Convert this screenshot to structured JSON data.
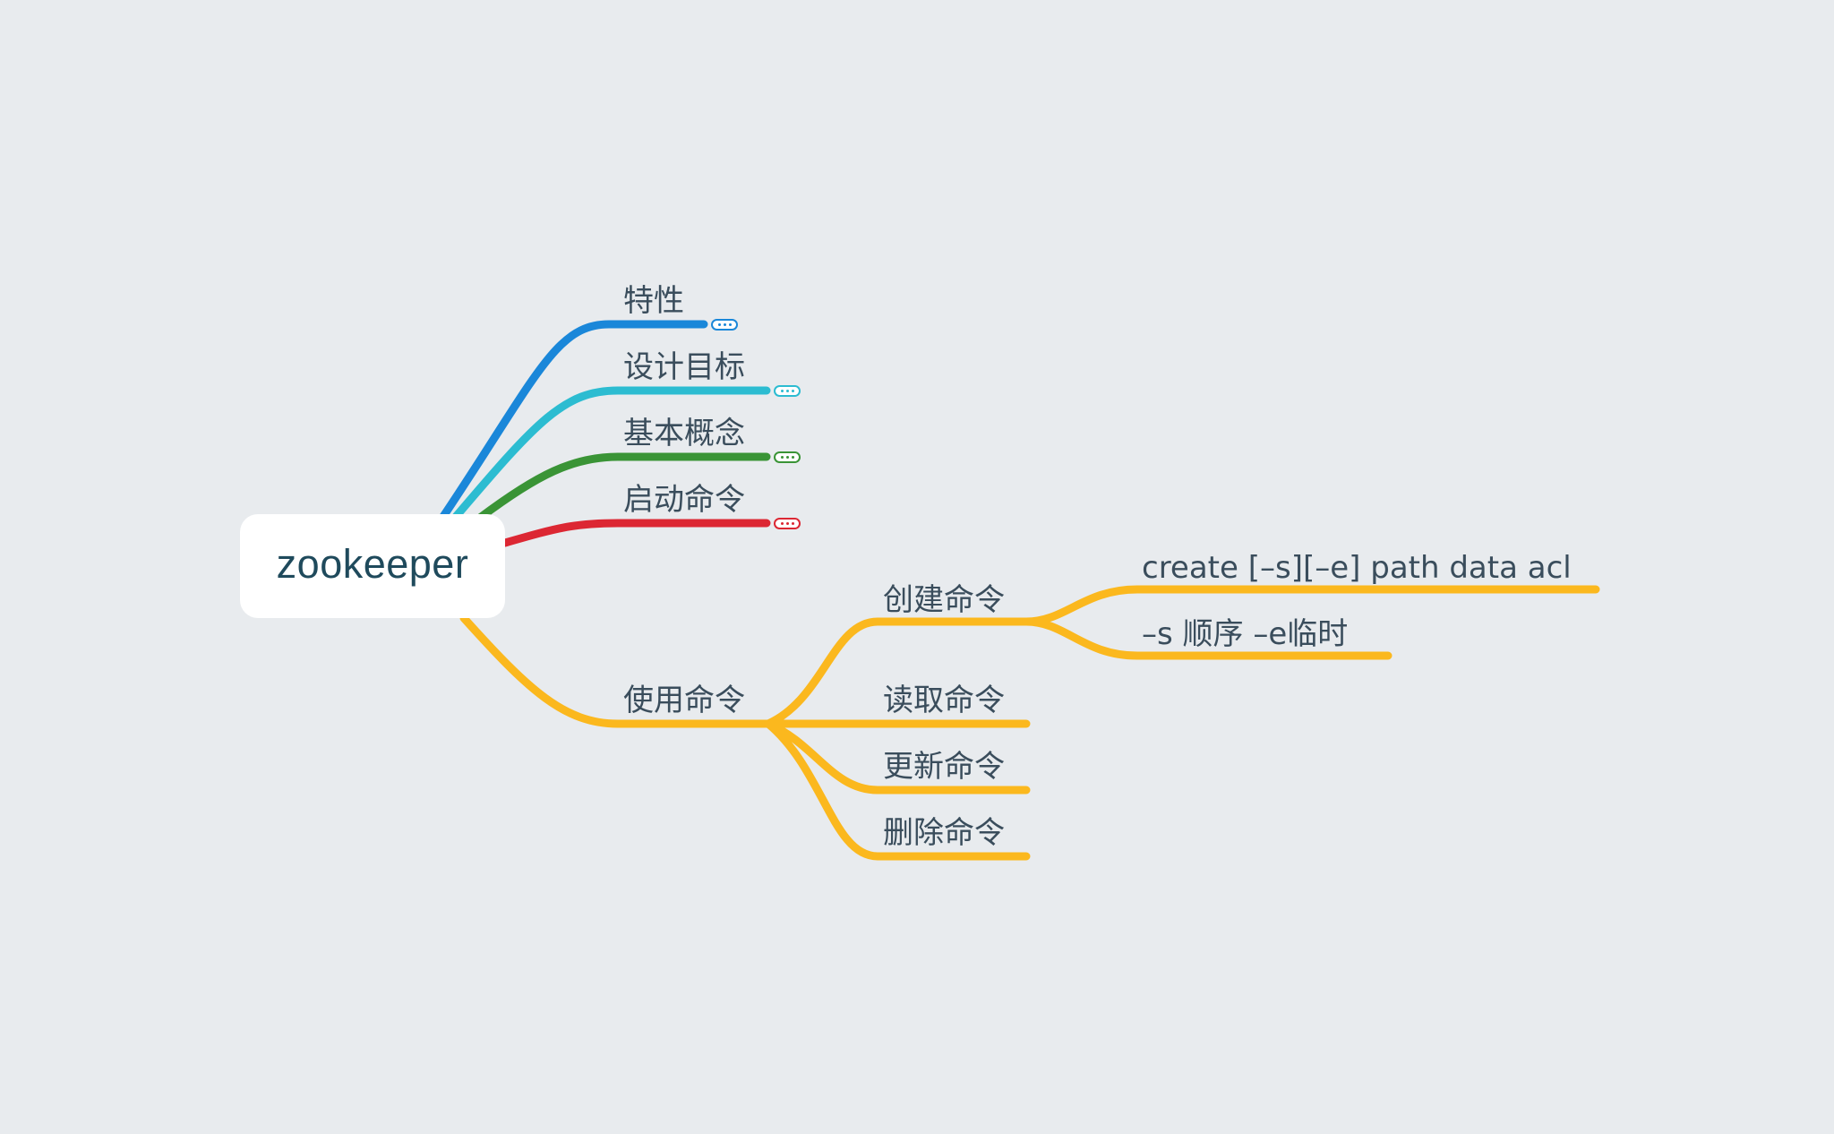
{
  "root": {
    "label": "zookeeper"
  },
  "colors": {
    "blue": "#1a87d9",
    "cyan": "#2cbcd1",
    "green": "#3a9436",
    "red": "#dc2733",
    "yellow": "#fbb81e",
    "background": "#e8ebee",
    "text": "#3a4d5c",
    "root_text": "#1f4a5c"
  },
  "branches": [
    {
      "label": "特性",
      "color": "#1a87d9",
      "collapsed": true
    },
    {
      "label": "设计目标",
      "color": "#2cbcd1",
      "collapsed": true
    },
    {
      "label": "基本概念",
      "color": "#3a9436",
      "collapsed": true
    },
    {
      "label": "启动命令",
      "color": "#dc2733",
      "collapsed": true
    },
    {
      "label": "使用命令",
      "color": "#fbb81e",
      "collapsed": false,
      "children": [
        {
          "label": "创建命令",
          "children": [
            {
              "label": "create [–s][–e] path  data acl"
            },
            {
              "label": "–s 顺序 –e临时"
            }
          ]
        },
        {
          "label": "读取命令"
        },
        {
          "label": "更新命令"
        },
        {
          "label": "删除命令"
        }
      ]
    }
  ],
  "collapse_icon": "ellipsis-icon"
}
